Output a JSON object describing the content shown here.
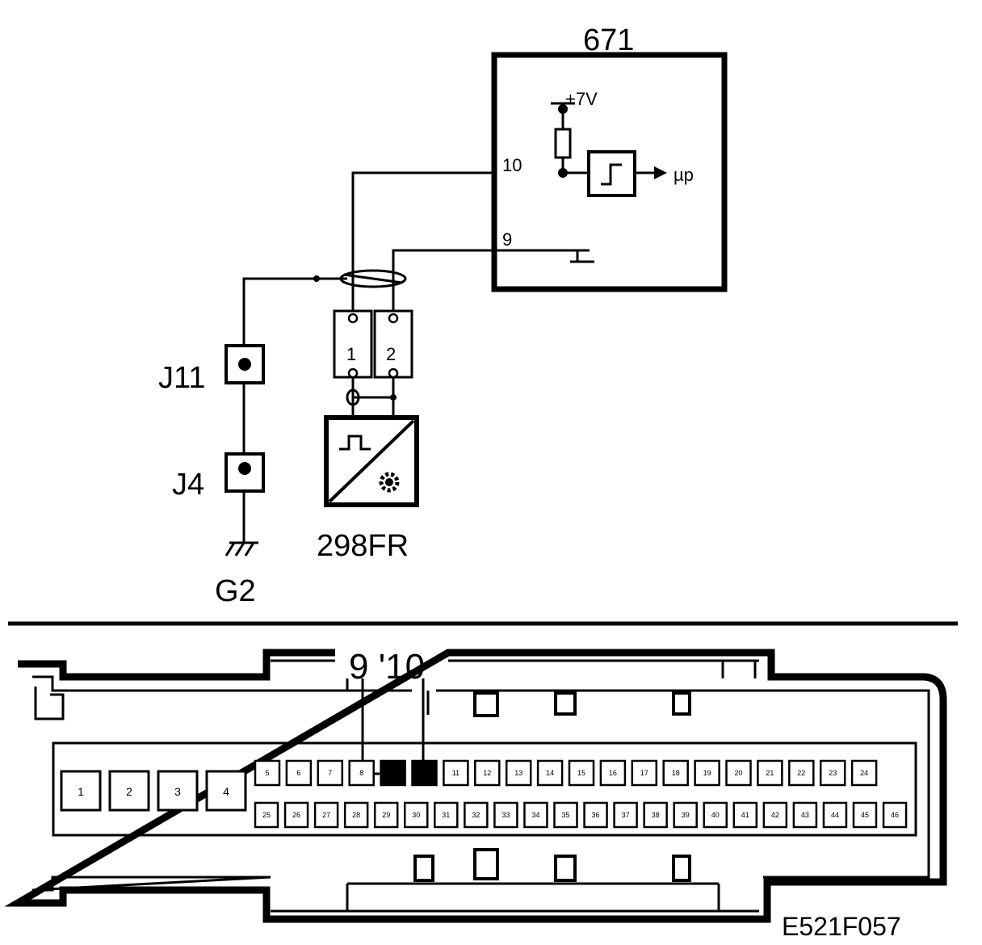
{
  "ecu": {
    "label": "671",
    "supply_voltage": "+7V",
    "output": "µp"
  },
  "pins": {
    "signal_pin": "10",
    "ground_pin": "9"
  },
  "connector_298": {
    "pin1": "1",
    "pin2": "2"
  },
  "sensor": {
    "label": "298FR"
  },
  "junctions": {
    "j11": "J11",
    "j4": "J4"
  },
  "ground": {
    "label": "G2"
  },
  "ecu_connector": {
    "highlight_label": "9 '10",
    "large_pins": [
      "1",
      "2",
      "3",
      "4"
    ],
    "top_row": [
      "5",
      "6",
      "7",
      "8",
      "9",
      "10",
      "11",
      "12",
      "13",
      "14",
      "15",
      "16",
      "17",
      "18",
      "19",
      "20",
      "21",
      "22",
      "23",
      "24"
    ],
    "bottom_row": [
      "25",
      "26",
      "27",
      "28",
      "29",
      "30",
      "31",
      "32",
      "33",
      "34",
      "35",
      "36",
      "37",
      "38",
      "39",
      "40",
      "41",
      "42",
      "43",
      "44",
      "45",
      "46"
    ],
    "highlighted": [
      "9",
      "10"
    ]
  },
  "figure_code": "E521F057"
}
